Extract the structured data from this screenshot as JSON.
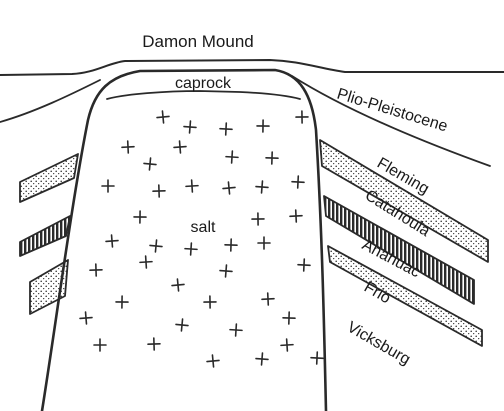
{
  "labels": {
    "damon_mound": "Damon Mound",
    "caprock": "caprock",
    "salt": "salt",
    "plio_pleistocene": "Plio-Pleistocene",
    "fleming": "Fleming",
    "catahoula": "Catahoula",
    "anahuac": "Anahuac",
    "frio": "Frio",
    "vicksburg": "Vicksburg"
  },
  "colors": {
    "ink": "#2a2a2a",
    "background": "#ffffff"
  }
}
